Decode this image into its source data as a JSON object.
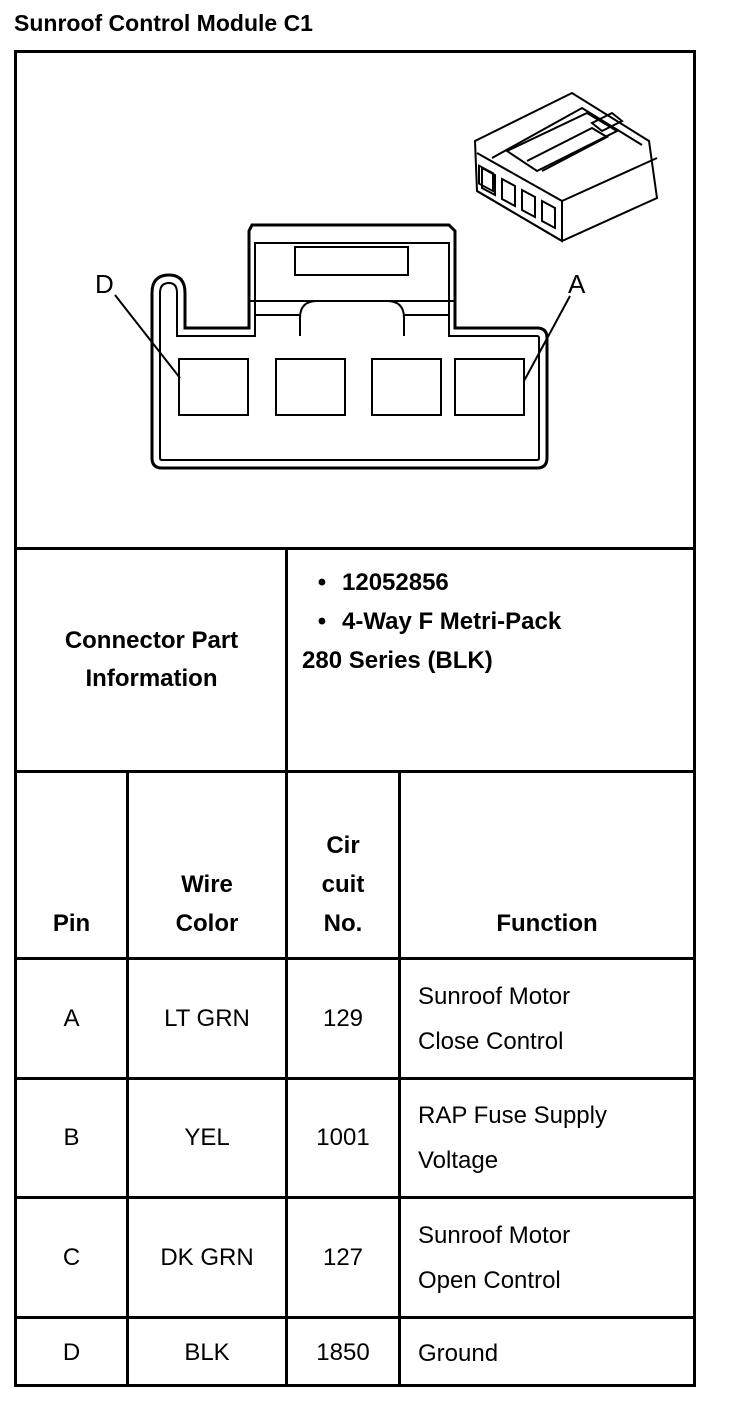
{
  "title": "Sunroof Control Module C1",
  "diagram": {
    "pin_label_left": "D",
    "pin_label_right": "A"
  },
  "connector_info": {
    "label_line1": "Connector Part",
    "label_line2": "Information",
    "bullet": "•",
    "part_number": "12052856",
    "description_line1": "4-Way F Metri-Pack",
    "description_line2": "280 Series (BLK)"
  },
  "table": {
    "headers": {
      "pin": "Pin",
      "wire_color_line1": "Wire",
      "wire_color_line2": "Color",
      "circuit_line1": "Cir",
      "circuit_line2": "cuit",
      "circuit_line3": "No.",
      "function": "Function"
    },
    "rows": [
      {
        "pin": "A",
        "wire_color": "LT GRN",
        "circuit": "129",
        "function_line1": "Sunroof Motor",
        "function_line2": "Close Control"
      },
      {
        "pin": "B",
        "wire_color": "YEL",
        "circuit": "1001",
        "function_line1": "RAP Fuse Supply",
        "function_line2": "Voltage"
      },
      {
        "pin": "C",
        "wire_color": "DK GRN",
        "circuit": "127",
        "function_line1": "Sunroof Motor",
        "function_line2": "Open Control"
      },
      {
        "pin": "D",
        "wire_color": "BLK",
        "circuit": "1850",
        "function_line1": "Ground",
        "function_line2": ""
      }
    ]
  }
}
